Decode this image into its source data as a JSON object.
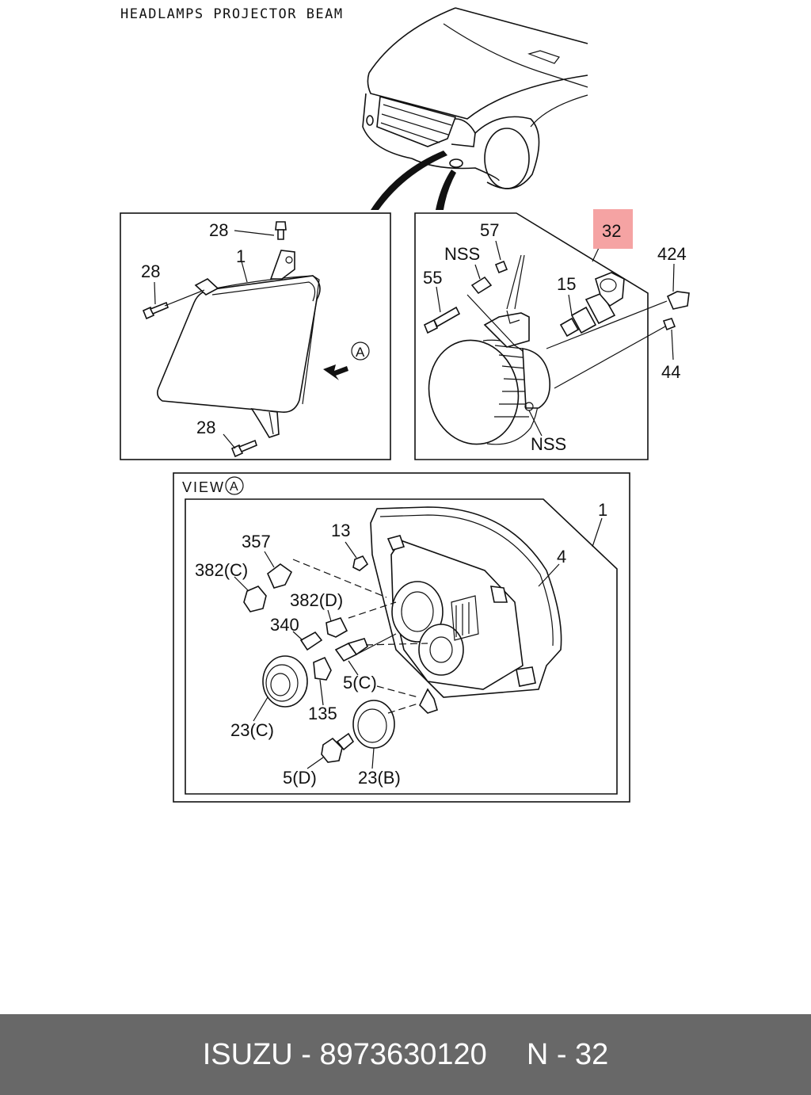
{
  "title": "HEADLAMPS PROJECTOR BEAM",
  "highlight_color": "#f5a3a3",
  "footer": {
    "brand": "ISUZU",
    "part_number": "8973630120",
    "page_ref": "N - 32"
  },
  "panel_headlamp": {
    "labels": {
      "bolt_top": "28",
      "lamp": "1",
      "bolt_left": "28",
      "bolt_bottom": "28",
      "view_marker": "A"
    }
  },
  "panel_foglamp": {
    "labels": {
      "highlighted": "32",
      "nut_a": "57",
      "nss_top": "NSS",
      "screw": "55",
      "bulb": "15",
      "clip": "424",
      "nut_b": "44",
      "nss_bottom": "NSS"
    }
  },
  "panel_view": {
    "view_text": "VIEW",
    "view_marker": "A",
    "labels": {
      "assy": "1",
      "housing": "4",
      "nut": "13",
      "socket_357": "357",
      "socket_382c": "382(C)",
      "socket_382d": "382(D)",
      "bulb_340": "340",
      "bulb_5c": "5(C)",
      "seal_135": "135",
      "cap_23c": "23(C)",
      "bulb_5d": "5(D)",
      "cap_23b": "23(B)"
    }
  }
}
